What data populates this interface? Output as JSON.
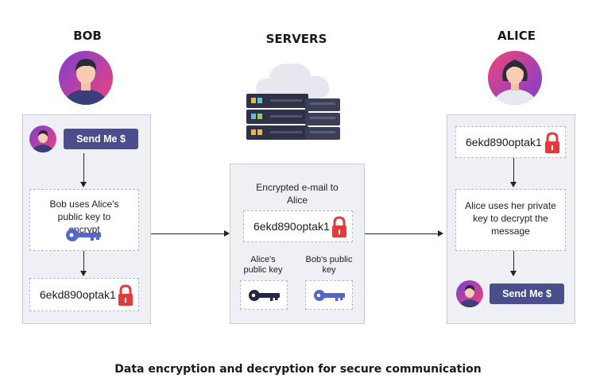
{
  "actors": {
    "bob": "BOB",
    "servers": "SERVERS",
    "alice": "ALICE"
  },
  "bob_panel": {
    "bubble": "Send Me $",
    "step_text": "Bob uses Alice's public key to encrypt",
    "cipher": "6ekd890optak1"
  },
  "server_panel": {
    "heading": "Encrypted e-mail to Alice",
    "cipher": "6ekd890optak1",
    "key1_label": "Alice's public key",
    "key2_label": "Bob's public key"
  },
  "alice_panel": {
    "cipher": "6ekd890optak1",
    "step_text": "Alice uses her private key to decrypt the message",
    "bubble": "Send Me $"
  },
  "caption": "Data encryption and decryption for secure communication",
  "colors": {
    "key_blue": "#5566c9",
    "key_dark": "#23264a",
    "lock_red": "#e23b3b",
    "bubble": "#4a4e8a",
    "avatar_gradient_a": "#7b3fd0",
    "avatar_gradient_b": "#f0447a"
  },
  "icons": [
    "person-avatar-icon",
    "server-rack-icon",
    "cloud-icon",
    "key-icon",
    "padlock-icon"
  ]
}
